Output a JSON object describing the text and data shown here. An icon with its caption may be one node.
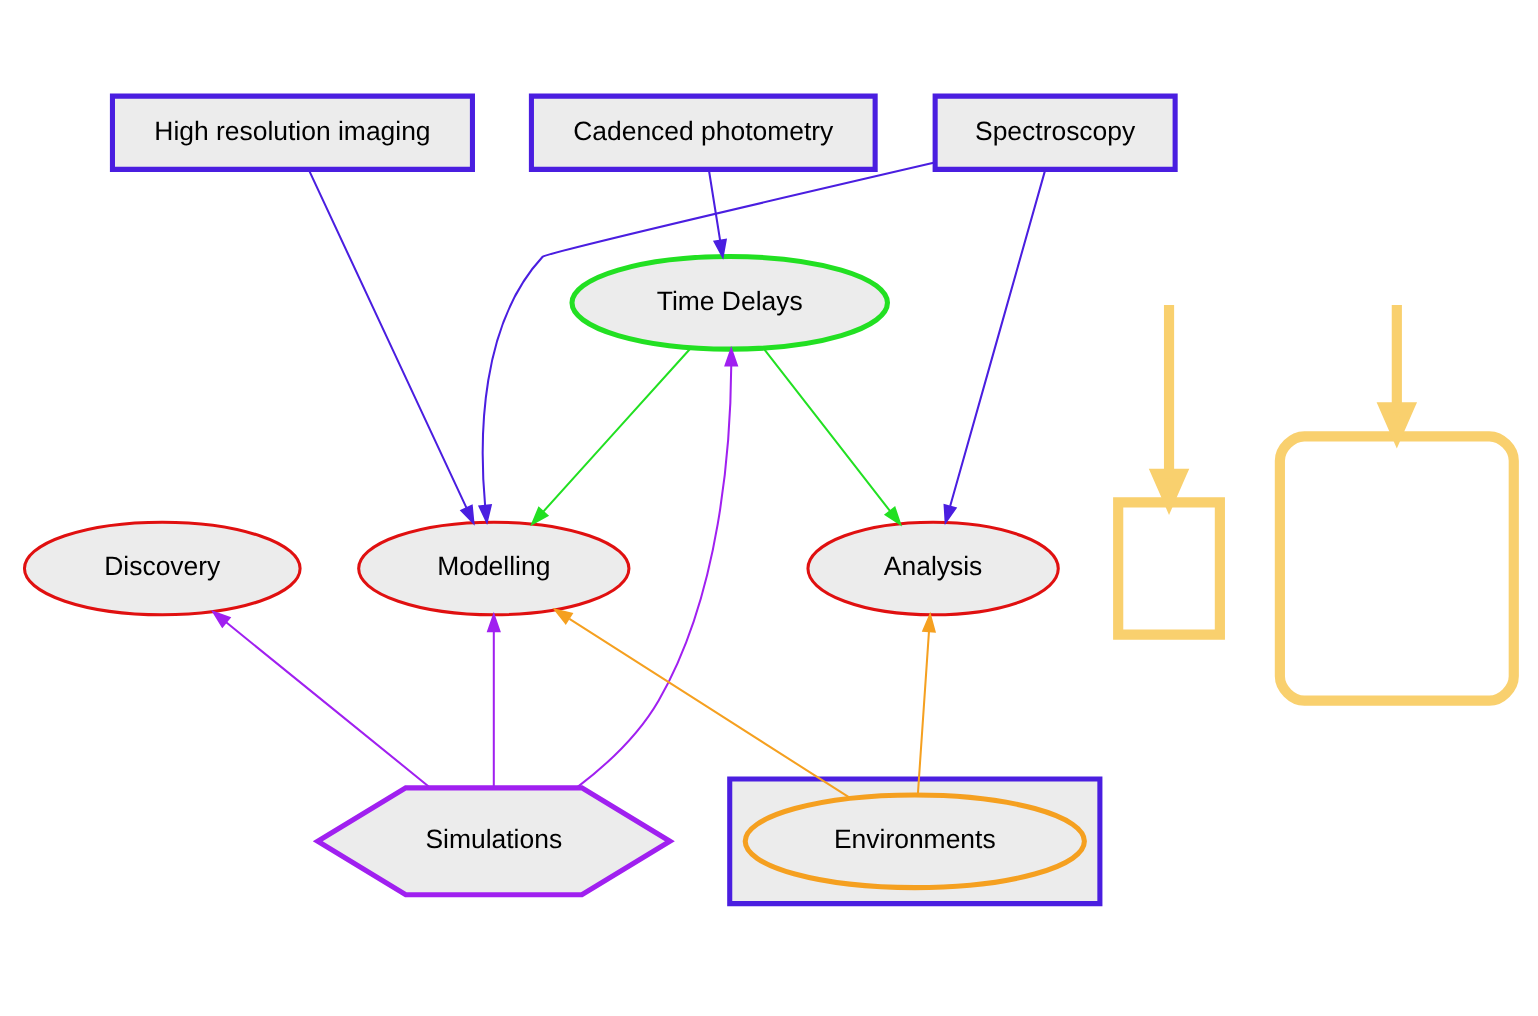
{
  "diagram": {
    "nodes": [
      {
        "text": [
          "Cadenced photometry"
        ]
      },
      {
        "text": [
          "High resolution imaging"
        ]
      },
      {
        "text": [
          "Spectroscopy"
        ]
      },
      {
        "text": [
          "Time Delays"
        ]
      },
      {
        "text": [
          "Discovery"
        ]
      },
      {
        "text": [
          "Modelling"
        ]
      },
      {
        "text": [
          "Analysis"
        ]
      },
      {
        "text": [
          "Simulations"
        ]
      },
      {
        "text": [],
        "shape": "box"
      },
      {
        "text": [
          "Environments"
        ],
        "in": 8
      },
      {
        "text": [],
        "shape": "box"
      },
      {
        "text": [],
        "shape": "box"
      }
    ],
    "edges": [
      {
        "from": 0,
        "to": 3,
        "arrow": "to",
        "color": "#4a1ee0"
      },
      {
        "from": 1,
        "to": 5,
        "arrow": "to",
        "color": "#4a1ee0"
      },
      {
        "from": 2,
        "to": 5,
        "arrow": "to",
        "color": "#4a1ee0"
      },
      {
        "from": 2,
        "to": 6,
        "arrow": "to",
        "color": "#4a1ee0"
      },
      {
        "from": 3,
        "to": 5,
        "arrow": "to",
        "color": "#22e022"
      },
      {
        "from": 3,
        "to": 6,
        "arrow": "to",
        "color": "#22e022"
      },
      {
        "from": 7,
        "to": 3,
        "arrow": "to",
        "color": "#a020f0"
      },
      {
        "from": 7,
        "to": 4,
        "arrow": "to",
        "color": "#a020f0"
      },
      {
        "from": 7,
        "to": 5,
        "arrow": "to",
        "color": "#a020f0"
      },
      {
        "from": 9,
        "to": 5,
        "arrow": "to",
        "color": "#f5a020"
      },
      {
        "from": 9,
        "to": 6,
        "arrow": "to",
        "color": "#f5a020"
      },
      {
        "from": null,
        "to": 10,
        "arrow": "to",
        "style": "thick",
        "color": "#f9d06e"
      },
      {
        "from": null,
        "to": 11,
        "arrow": "to",
        "style": "thick",
        "color": "#f9d06e"
      }
    ]
  }
}
